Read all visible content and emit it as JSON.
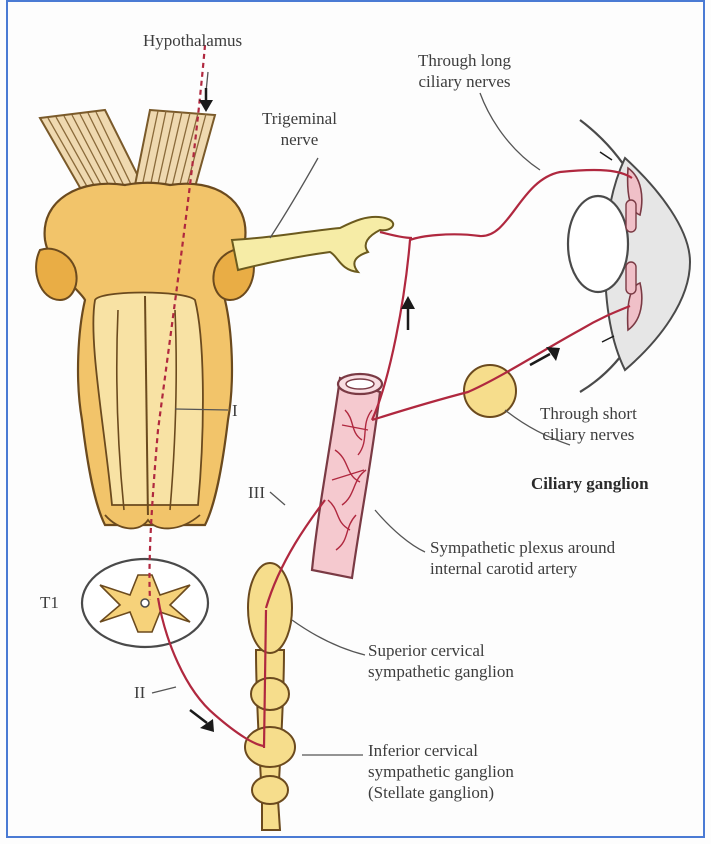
{
  "labels": {
    "hypothalamus": "Hypothalamus",
    "trigeminal": [
      "Trigeminal",
      "nerve"
    ],
    "long_ciliary": [
      "Through long",
      "ciliary nerves"
    ],
    "neuron_one": "I",
    "neuron_two": "II",
    "neuron_three": "III",
    "t1": "T1",
    "short_ciliary": [
      "Through short",
      "ciliary nerves"
    ],
    "ciliary_ganglion": "Ciliary ganglion",
    "sympathetic_plexus": [
      "Sympathetic plexus around",
      "internal carotid artery"
    ],
    "superior_ganglion": [
      "Superior cervical",
      "sympathetic ganglion"
    ],
    "inferior_ganglion": [
      "Inferior cervical",
      "sympathetic ganglion",
      "(Stellate ganglion)"
    ]
  },
  "colors": {
    "pathway": "#b0283f",
    "brainstem_fill": "#f2c46a",
    "brainstem_light": "#f8e2a4",
    "nerve_fill": "#f6eca6",
    "artery_fill": "#f5c9cf",
    "eye_fill": "#e6e6e6",
    "frame": "#4b7bd4"
  }
}
